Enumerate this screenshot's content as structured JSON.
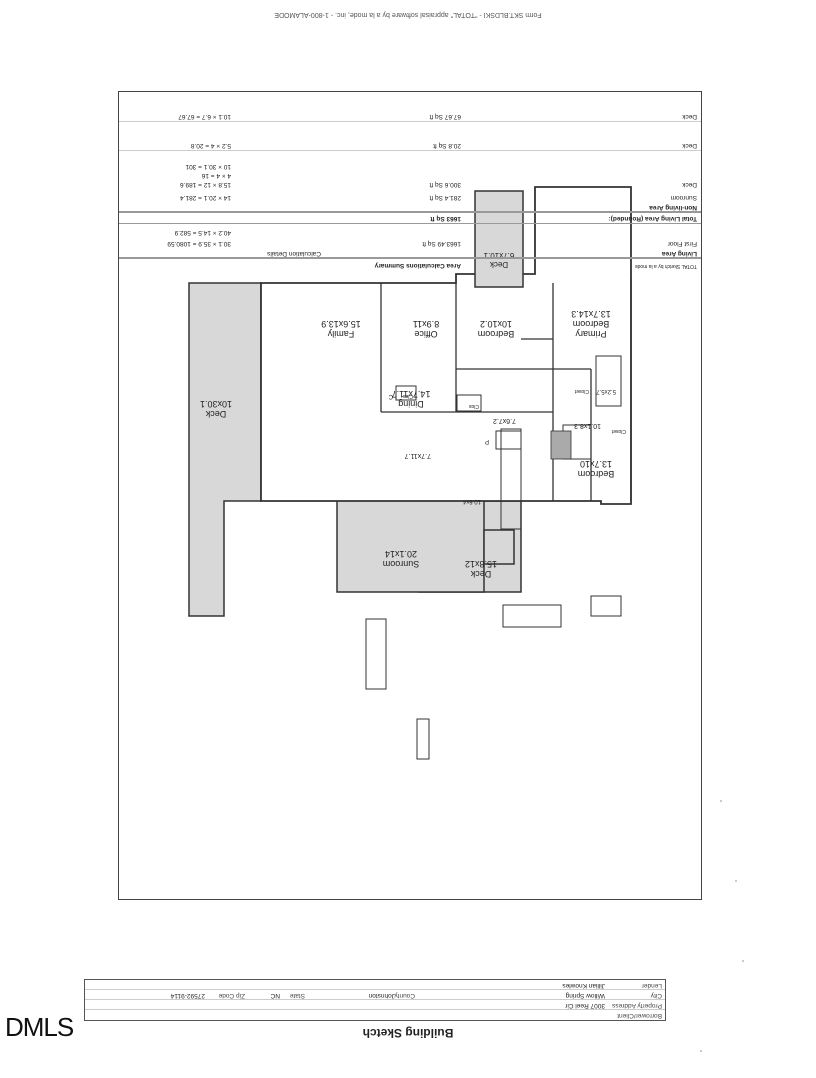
{
  "header": {
    "title": "Building Sketch"
  },
  "subject": {
    "borrower_label": "Borrower/Client",
    "borrower_value": "",
    "property_label": "Property Address",
    "property_value": "3007 Reel Cir",
    "city_label": "City",
    "city_value": "Willow Spring",
    "county_label": "County",
    "county_value": "Johnston",
    "state_label": "State",
    "state_value": "NC",
    "zip_label": "Zip Code",
    "zip_value": "27592-9114",
    "lender_label": "Lender",
    "lender_value": "Jillian Knowles"
  },
  "rooms": [
    {
      "name": "Deck",
      "dims": "15.8x12"
    },
    {
      "name": "Sunroom",
      "dims": "20.1x14"
    },
    {
      "name": "Deck",
      "dims": "10x30.1"
    },
    {
      "name": "Dining",
      "dims": "14.7x11.7"
    },
    {
      "name": "Family",
      "dims": "15.6x13.9"
    },
    {
      "name": "Office",
      "dims": "8.9x11"
    },
    {
      "name": "Bedroom",
      "dims": "10x10.2"
    },
    {
      "name": "Bedroom",
      "dims": "13.7x10"
    },
    {
      "name": "Primary Bedroom",
      "dims": "13.7x14.3"
    },
    {
      "name": "Deck",
      "dims": "6.7x10.1"
    }
  ],
  "fixture_labels": {
    "kitchen": "7.7x11.7",
    "bath_hall": "7.6x7.2",
    "bath_primary": "10.1x8.3",
    "walkin": "5.2x5.7",
    "closet": "Closet",
    "closet2": "Closet",
    "clos": "Clos",
    "clos2": "Clos",
    "c": "C",
    "p": "P",
    "dim_bottom": "10.6x4"
  },
  "area_summary": {
    "note": "TOTAL Sketch by a la mode",
    "title": "Area Calculations Summary",
    "col_header": "Calculation Details",
    "living_area_label": "Living Area",
    "first_floor_label": "First Floor",
    "first_floor_sqft": "1663.49 Sq ft",
    "first_floor_calc1": "30.1 × 35.9 = 1080.59",
    "first_floor_calc2": "40.2 × 14.5 = 582.9",
    "total_living_label": "Total Living Area (Rounded):",
    "total_living_value": "1663 Sq ft",
    "nonliving_label": "Non-living Area",
    "sunroom_label": "Sunroom",
    "sunroom_sqft": "281.4 Sq ft",
    "sunroom_calc": "14 × 20.1 = 281.4",
    "deck1_label": "Deck",
    "deck1_sqft": "300.6 Sq ft",
    "deck1_calc1": "15.8 × 12 = 189.6",
    "deck1_calc2": "4 × 4 = 16",
    "deck1_calc3": "10 × 30.1 = 301",
    "deck2_label": "Deck",
    "deck2_sqft": "20.8 Sq ft",
    "deck2_calc": "5.2 × 4 = 20.8",
    "deck3_label": "Deck",
    "deck3_sqft": "67.67 Sq ft",
    "deck3_calc": "10.1 × 6.7 = 67.67"
  },
  "footer": {
    "text": "Form SKT.BLDSKI - \"TOTAL\" appraisal software by a la mode, inc. - 1-800-ALAMODE"
  },
  "logo": {
    "text": "DMLS"
  }
}
